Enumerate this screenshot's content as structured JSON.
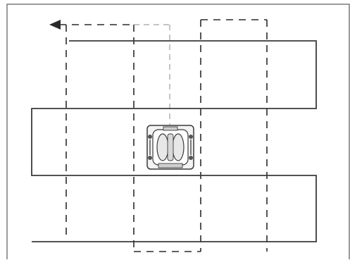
{
  "diagram": {
    "description_label": "",
    "colors": {
      "frame": "#7a7a7a",
      "solid_path": "#3a3a3a",
      "dashed_path": "#2a2a2a",
      "guide": "#8a8a8a",
      "robot_body": "#f3f3f3",
      "robot_outline": "#3a3a3a"
    },
    "elements": {
      "frame": "window-frame",
      "solid_path": "zigzag-cleaning-path",
      "dashed_path": "vertical-sweep-path",
      "arrow": "left-arrow-icon",
      "robot": "window-cleaning-robot-icon"
    }
  }
}
